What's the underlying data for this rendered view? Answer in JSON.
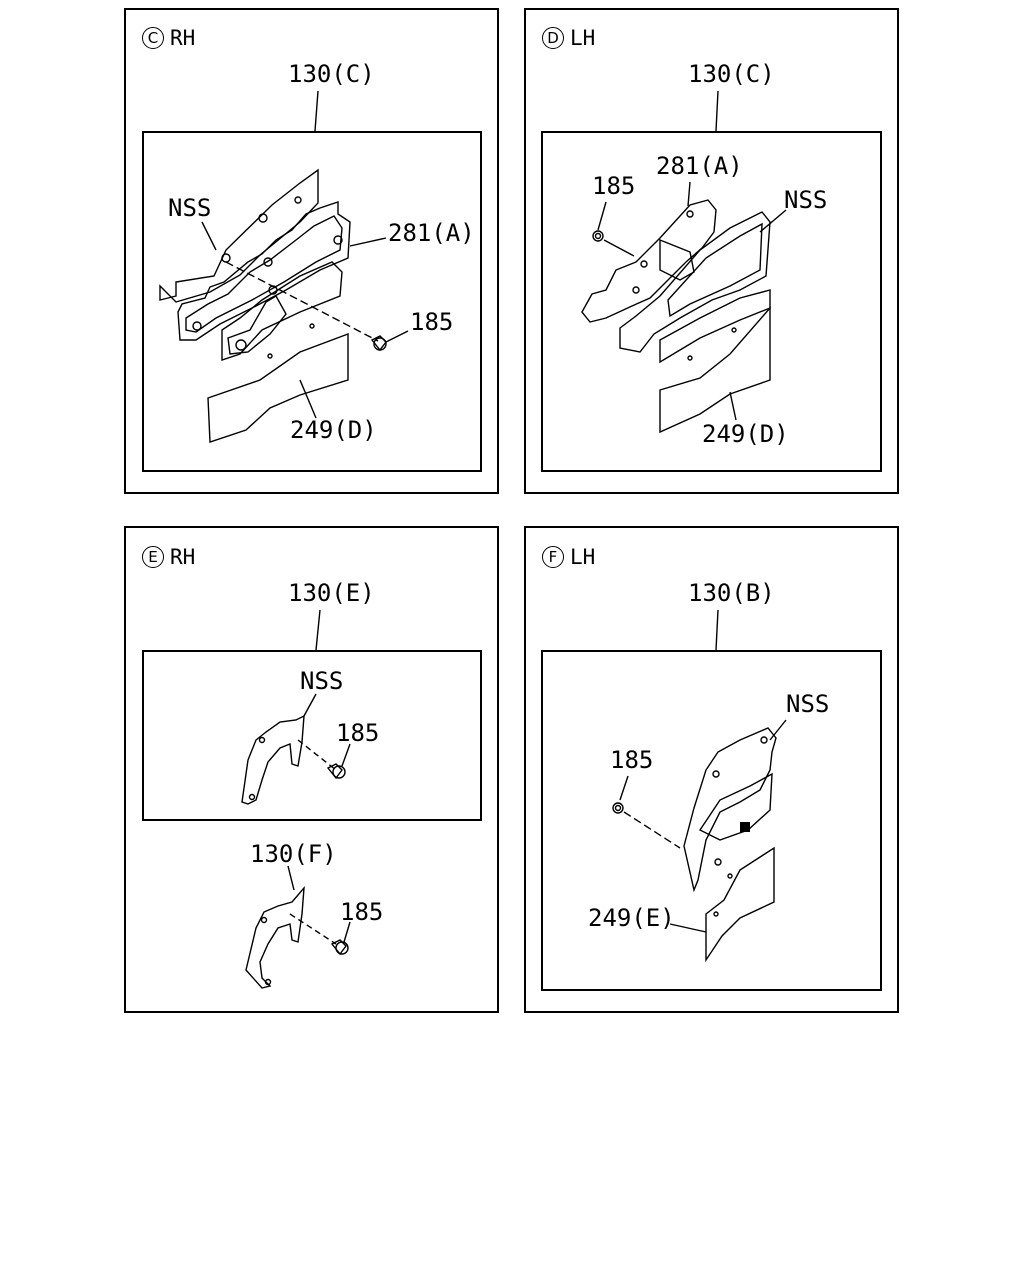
{
  "panels": {
    "c": {
      "letter": "C",
      "side": "RH",
      "main_part": "130(C)",
      "callouts": {
        "nss": "NSS",
        "p281": "281(A)",
        "p185": "185",
        "p249": "249(D)"
      }
    },
    "d": {
      "letter": "D",
      "side": "LH",
      "main_part": "130(C)",
      "callouts": {
        "p185": "185",
        "p281": "281(A)",
        "nss": "NSS",
        "p249": "249(D)"
      }
    },
    "e": {
      "letter": "E",
      "side": "RH",
      "main_part": "130(E)",
      "callouts": {
        "nss": "NSS",
        "p185": "185",
        "sub_part": "130(F)",
        "p185b": "185"
      }
    },
    "f": {
      "letter": "F",
      "side": "LH",
      "main_part": "130(B)",
      "callouts": {
        "nss": "NSS",
        "p185": "185",
        "p249": "249(E)"
      }
    }
  }
}
